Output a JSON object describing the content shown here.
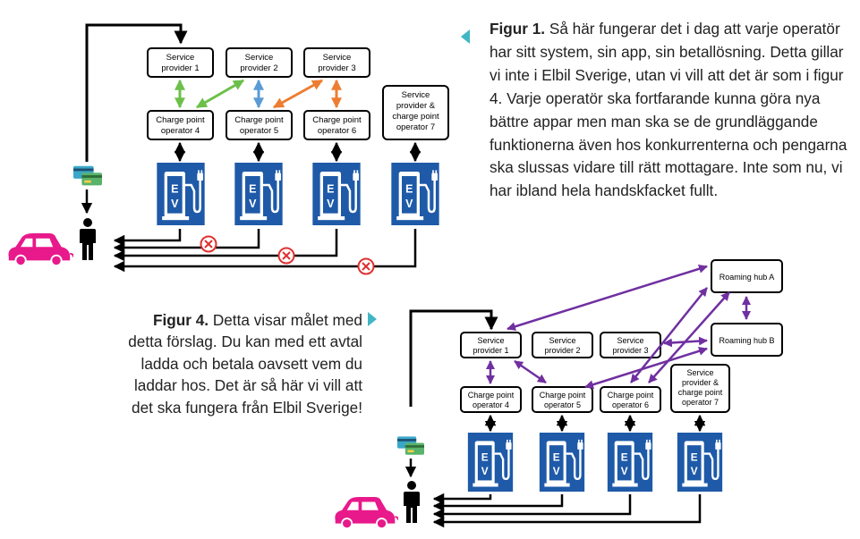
{
  "figure1": {
    "title": "Figur 1.",
    "text": " Så här fungerar det i dag att varje operatör har sitt system, sin app, sin betallösning. Detta gillar vi inte i Elbil Sverige, utan vi vill att det är som i figur 4. Varje operatör ska fortfarande kunna göra nya bättre appar men man ska se de grundläggande funktionerna även hos konkurrenterna och pengarna ska slussas vidare till rätt mottagare. Inte som nu, vi har ibland hela handskfacket fullt.",
    "service_providers": [
      [
        "Service",
        "provider 1"
      ],
      [
        "Service",
        "provider 2"
      ],
      [
        "Service",
        "provider 3"
      ]
    ],
    "operators": [
      [
        "Charge point",
        "operator 4"
      ],
      [
        "Charge point",
        "operator 5"
      ],
      [
        "Charge point",
        "operator 6"
      ]
    ],
    "combined": [
      "Service",
      "provider &",
      "charge point",
      "operator 7"
    ],
    "station_label": [
      "E",
      "V"
    ]
  },
  "figure4": {
    "title": "Figur 4.",
    "text": " Detta visar målet med detta förslag. Du kan med ett avtal ladda och betala oavsett vem du laddar hos. Det är så här vi vill att det ska fungera från Elbil Sverige!",
    "service_providers": [
      [
        "Service",
        "provider 1"
      ],
      [
        "Service",
        "provider 2"
      ],
      [
        "Service",
        "provider 3"
      ]
    ],
    "operators": [
      [
        "Charge point",
        "operator 4"
      ],
      [
        "Charge point",
        "operator 5"
      ],
      [
        "Charge point",
        "operator 6"
      ]
    ],
    "combined": [
      "Service",
      "provider &",
      "charge point",
      "operator 7"
    ],
    "hubs": [
      "Roaming hub A",
      "Roaming hub B"
    ],
    "station_label": [
      "E",
      "V"
    ]
  },
  "colors": {
    "station_blue": "#1e5aa8",
    "car_pink": "#e8198b",
    "green": "#6cc04a",
    "light_blue": "#5b9bd5",
    "orange": "#ed7d31",
    "purple": "#7030a0",
    "red_cross": "#e03030",
    "accent_triangle": "#40b6c4"
  },
  "icons": [
    "charging-station-icon",
    "person-icon",
    "car-icon",
    "payment-cards-icon",
    "blocked-cross-icon"
  ]
}
